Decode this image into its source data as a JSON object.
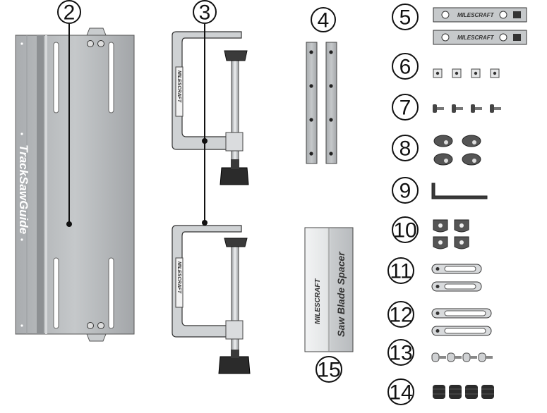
{
  "callouts": {
    "n2": "2",
    "n3": "3",
    "n4": "4",
    "n5": "5",
    "n6": "6",
    "n7": "7",
    "n8": "8",
    "n9": "9",
    "n10": "10",
    "n11": "11",
    "n12": "12",
    "n13": "13",
    "n14": "14",
    "n15": "15"
  },
  "labels": {
    "guide_text": "TrackSawGuide",
    "clamp_brand": "MILESCRAFT",
    "bar_brand": "MILESCRAFT",
    "spacer_brand": "MILESCRAFT",
    "spacer_name": "Saw Blade Spacer"
  },
  "colors": {
    "metal": "#b9bcbf",
    "metal_dark": "#8e9194",
    "outline": "#333333",
    "knob": "#2b2b2b"
  }
}
